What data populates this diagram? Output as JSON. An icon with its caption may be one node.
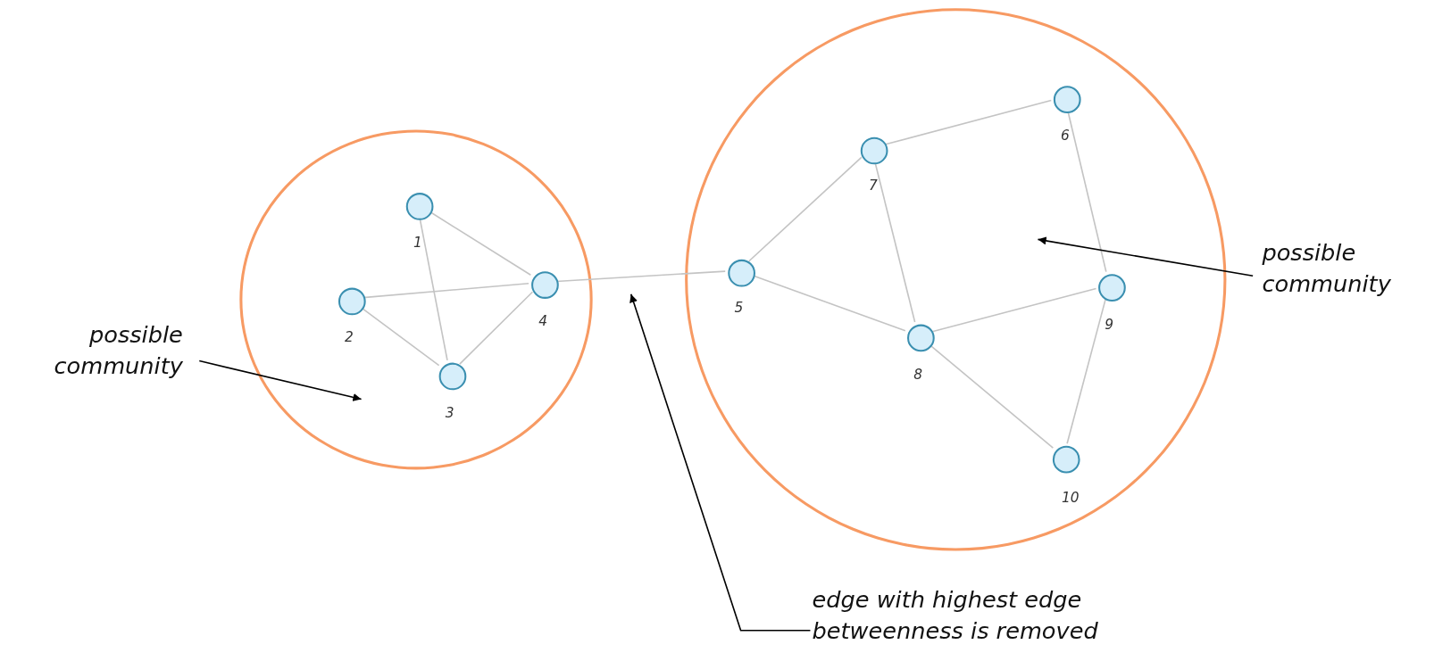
{
  "diagram": {
    "nodes": [
      {
        "text": [],
        "shape": "circle"
      },
      {
        "text": [],
        "shape": "circle",
        "in": 0,
        "beside": [
          "1"
        ]
      },
      {
        "text": [],
        "shape": "circle",
        "in": 0,
        "beside": [
          "2"
        ]
      },
      {
        "text": [],
        "shape": "circle",
        "in": 0,
        "beside": [
          "3"
        ]
      },
      {
        "text": [],
        "shape": "circle",
        "in": 0,
        "beside": [
          "4"
        ]
      },
      {
        "text": [],
        "shape": "circle"
      },
      {
        "text": [],
        "shape": "circle",
        "in": 5,
        "beside": [
          "5"
        ]
      },
      {
        "text": [],
        "shape": "circle",
        "in": 5,
        "beside": [
          "6"
        ]
      },
      {
        "text": [],
        "shape": "circle",
        "in": 5,
        "beside": [
          "7"
        ]
      },
      {
        "text": [],
        "shape": "circle",
        "in": 5,
        "beside": [
          "8"
        ]
      },
      {
        "text": [],
        "shape": "circle",
        "in": 5,
        "beside": [
          "9"
        ]
      },
      {
        "text": [],
        "shape": "circle",
        "in": 5,
        "beside": [
          "10"
        ]
      },
      {
        "text": [
          "possible community"
        ]
      },
      {
        "text": [
          "possible community"
        ]
      },
      {
        "text": [
          "edge with highest edge betweenness is removed"
        ]
      }
    ],
    "edges": [
      {
        "from": 1,
        "to": 4,
        "arrow": "none"
      },
      {
        "from": 1,
        "to": 3,
        "arrow": "none"
      },
      {
        "from": 2,
        "to": 4,
        "arrow": "none"
      },
      {
        "from": 2,
        "to": 3,
        "arrow": "none"
      },
      {
        "from": 3,
        "to": 4,
        "arrow": "none"
      },
      {
        "from": 4,
        "to": 6,
        "arrow": "none"
      },
      {
        "from": 6,
        "to": 8,
        "arrow": "none"
      },
      {
        "from": 6,
        "to": 9,
        "arrow": "none"
      },
      {
        "from": 8,
        "to": 7,
        "arrow": "none"
      },
      {
        "from": 8,
        "to": 9,
        "arrow": "none"
      },
      {
        "from": 7,
        "to": 10,
        "arrow": "none"
      },
      {
        "from": 9,
        "to": 10,
        "arrow": "none"
      },
      {
        "from": 9,
        "to": 11,
        "arrow": "none"
      },
      {
        "from": 10,
        "to": 11,
        "arrow": "none"
      },
      {
        "from": 12,
        "to": 0,
        "arrow": "to",
        "color": "#000000"
      },
      {
        "from": 13,
        "to": 5,
        "arrow": "to",
        "color": "#000000"
      },
      {
        "from": 14,
        "to": null,
        "arrow": "to",
        "color": "#000000"
      }
    ]
  }
}
